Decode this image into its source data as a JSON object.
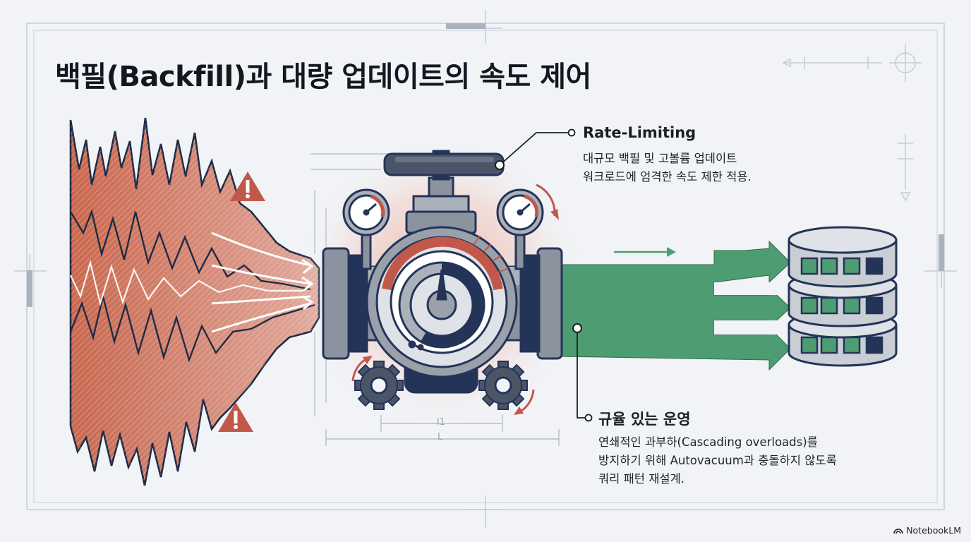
{
  "title": "백필(Backfill)과 대량 업데이트의 속도 제어",
  "callouts": {
    "rate_limiting": {
      "heading": "Rate-Limiting",
      "lines": [
        "대규모 백필 및 고볼륨 업데이트",
        "워크로드에 엄격한 속도 제한 적용."
      ]
    },
    "disciplined_ops": {
      "heading": "규율 있는 운영",
      "lines": [
        "연쇄적인 과부하(Cascading overloads)를",
        "방지하기 위해 Autovacuum과 충돌하지 않도록",
        "쿼리 패턴 재설계."
      ]
    }
  },
  "dimension_labels": {
    "inner": "l1",
    "outer": "L"
  },
  "brand": "NotebookLM",
  "icons": [
    "warning-icon",
    "gauge-icon",
    "gear-icon",
    "valve-handle-icon",
    "database-icon",
    "arrow-right-icon",
    "notebooklm-logo-icon"
  ],
  "colors": {
    "background": "#f1f3f6",
    "chaos": "#c9705c",
    "chaos_dark": "#1f2b45",
    "valve_navy": "#243458",
    "valve_grey": "#9aa1ab",
    "flow_green": "#4e9d72",
    "warning_red": "#c2584a"
  }
}
